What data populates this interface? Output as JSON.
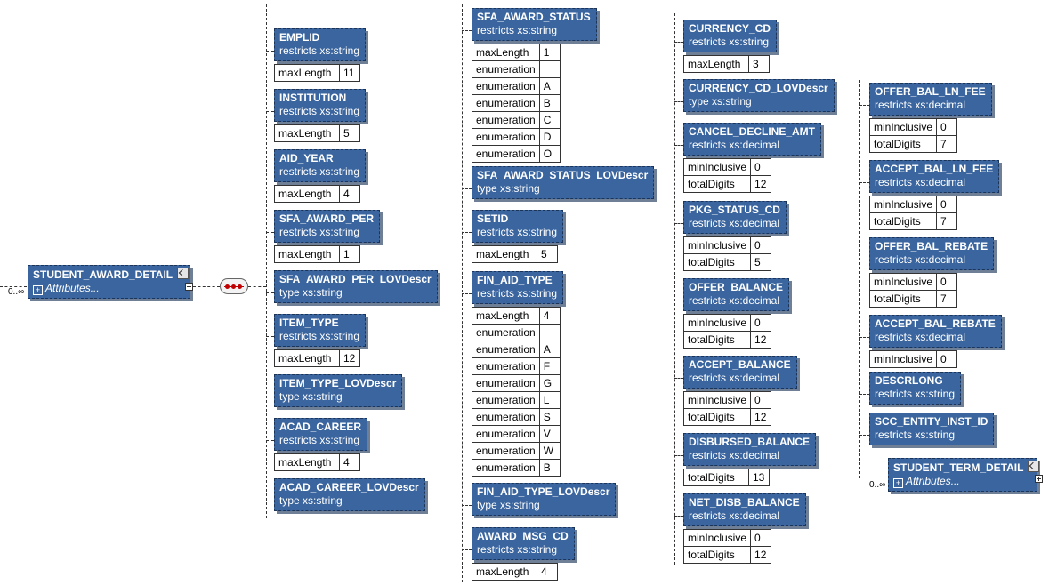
{
  "root": {
    "name": "STUDENT_AWARD_DETAIL",
    "attributes_label": "Attributes...",
    "cardinality": "0..∞"
  },
  "columns": [
    [
      {
        "name": "EMPLID",
        "sub": "restricts xs:string",
        "facets": [
          [
            "maxLength",
            "11"
          ]
        ]
      },
      {
        "name": "INSTITUTION",
        "sub": "restricts xs:string",
        "facets": [
          [
            "maxLength",
            "5"
          ]
        ]
      },
      {
        "name": "AID_YEAR",
        "sub": "restricts xs:string",
        "facets": [
          [
            "maxLength",
            "4"
          ]
        ]
      },
      {
        "name": "SFA_AWARD_PER",
        "sub": "restricts xs:string",
        "facets": [
          [
            "maxLength",
            "1"
          ]
        ]
      },
      {
        "name": "SFA_AWARD_PER_LOVDescr",
        "sub": "type xs:string",
        "facets": []
      },
      {
        "name": "ITEM_TYPE",
        "sub": "restricts xs:string",
        "facets": [
          [
            "maxLength",
            "12"
          ]
        ]
      },
      {
        "name": "ITEM_TYPE_LOVDescr",
        "sub": "type xs:string",
        "facets": []
      },
      {
        "name": "ACAD_CAREER",
        "sub": "restricts xs:string",
        "facets": [
          [
            "maxLength",
            "4"
          ]
        ]
      },
      {
        "name": "ACAD_CAREER_LOVDescr",
        "sub": "type xs:string",
        "facets": []
      }
    ],
    [
      {
        "name": "SFA_AWARD_STATUS",
        "sub": "restricts xs:string",
        "facets": [
          [
            "maxLength",
            "1"
          ],
          [
            "enumeration",
            ""
          ],
          [
            "enumeration",
            "A"
          ],
          [
            "enumeration",
            "B"
          ],
          [
            "enumeration",
            "C"
          ],
          [
            "enumeration",
            "D"
          ],
          [
            "enumeration",
            "O"
          ]
        ]
      },
      {
        "name": "SFA_AWARD_STATUS_LOVDescr",
        "sub": "type xs:string",
        "facets": []
      },
      {
        "name": "SETID",
        "sub": "restricts xs:string",
        "facets": [
          [
            "maxLength",
            "5"
          ]
        ]
      },
      {
        "name": "FIN_AID_TYPE",
        "sub": "restricts xs:string",
        "facets": [
          [
            "maxLength",
            "4"
          ],
          [
            "enumeration",
            ""
          ],
          [
            "enumeration",
            "A"
          ],
          [
            "enumeration",
            "F"
          ],
          [
            "enumeration",
            "G"
          ],
          [
            "enumeration",
            "L"
          ],
          [
            "enumeration",
            "S"
          ],
          [
            "enumeration",
            "V"
          ],
          [
            "enumeration",
            "W"
          ],
          [
            "enumeration",
            "B"
          ]
        ]
      },
      {
        "name": "FIN_AID_TYPE_LOVDescr",
        "sub": "type xs:string",
        "facets": []
      },
      {
        "name": "AWARD_MSG_CD",
        "sub": "restricts xs:string",
        "facets": [
          [
            "maxLength",
            "4"
          ]
        ]
      }
    ],
    [
      {
        "name": "CURRENCY_CD",
        "sub": "restricts xs:string",
        "facets": [
          [
            "maxLength",
            "3"
          ]
        ]
      },
      {
        "name": "CURRENCY_CD_LOVDescr",
        "sub": "type xs:string",
        "facets": []
      },
      {
        "name": "CANCEL_DECLINE_AMT",
        "sub": "restricts xs:decimal",
        "facets": [
          [
            "minInclusive",
            "0"
          ],
          [
            "totalDigits",
            "12"
          ]
        ]
      },
      {
        "name": "PKG_STATUS_CD",
        "sub": "restricts xs:decimal",
        "facets": [
          [
            "minInclusive",
            "0"
          ],
          [
            "totalDigits",
            "5"
          ]
        ]
      },
      {
        "name": "OFFER_BALANCE",
        "sub": "restricts xs:decimal",
        "facets": [
          [
            "minInclusive",
            "0"
          ],
          [
            "totalDigits",
            "12"
          ]
        ]
      },
      {
        "name": "ACCEPT_BALANCE",
        "sub": "restricts xs:decimal",
        "facets": [
          [
            "minInclusive",
            "0"
          ],
          [
            "totalDigits",
            "12"
          ]
        ]
      },
      {
        "name": "DISBURSED_BALANCE",
        "sub": "restricts xs:decimal",
        "facets": [
          [
            "totalDigits",
            "13"
          ]
        ]
      },
      {
        "name": "NET_DISB_BALANCE",
        "sub": "restricts xs:decimal",
        "facets": [
          [
            "minInclusive",
            "0"
          ],
          [
            "totalDigits",
            "12"
          ]
        ]
      }
    ],
    [
      {
        "name": "OFFER_BAL_LN_FEE",
        "sub": "restricts xs:decimal",
        "facets": [
          [
            "minInclusive",
            "0"
          ],
          [
            "totalDigits",
            "7"
          ]
        ]
      },
      {
        "name": "ACCEPT_BAL_LN_FEE",
        "sub": "restricts xs:decimal",
        "facets": [
          [
            "minInclusive",
            "0"
          ],
          [
            "totalDigits",
            "7"
          ]
        ]
      },
      {
        "name": "OFFER_BAL_REBATE",
        "sub": "restricts xs:decimal",
        "facets": [
          [
            "minInclusive",
            "0"
          ],
          [
            "totalDigits",
            "7"
          ]
        ]
      },
      {
        "name": "ACCEPT_BAL_REBATE",
        "sub": "restricts xs:decimal",
        "facets": [
          [
            "minInclusive",
            "0"
          ]
        ]
      },
      {
        "name": "DESCRLONG",
        "sub": "restricts xs:string",
        "facets": []
      },
      {
        "name": "SCC_ENTITY_INST_ID",
        "sub": "restricts xs:string",
        "facets": []
      }
    ]
  ],
  "child_ref": {
    "name": "STUDENT_TERM_DETAIL",
    "attributes_label": "Attributes...",
    "cardinality": "0..∞"
  }
}
